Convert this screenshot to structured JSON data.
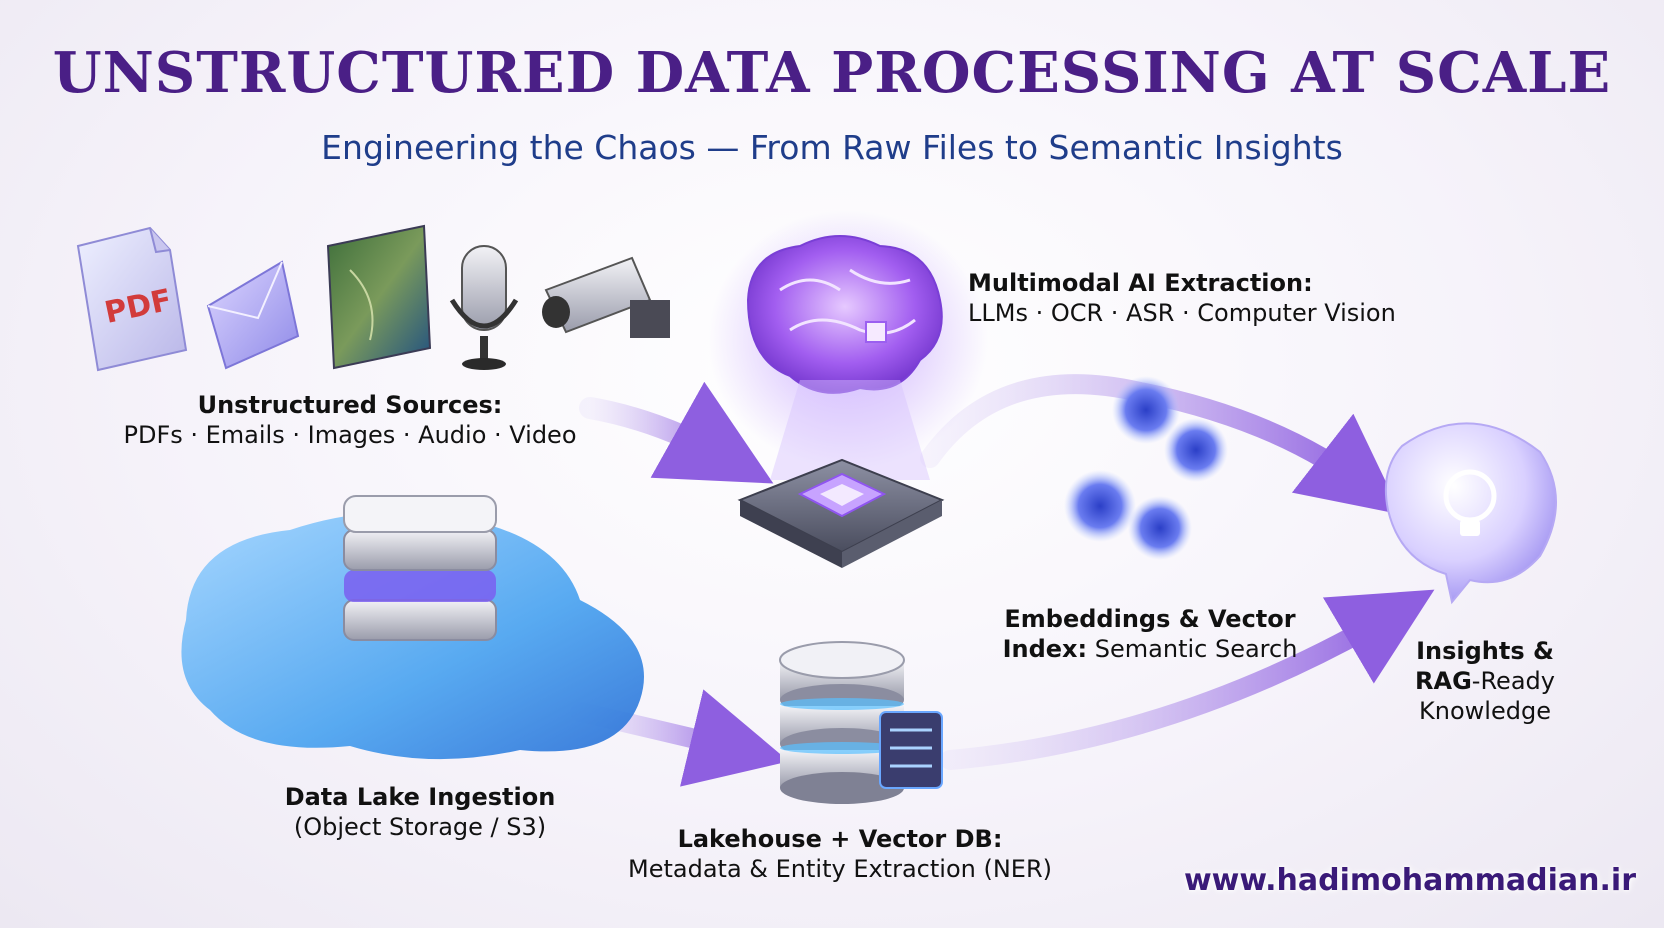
{
  "header": {
    "title": "UNSTRUCTURED DATA PROCESSING AT SCALE",
    "subtitle": "Engineering the Chaos — From Raw Files to Semantic Insights"
  },
  "nodes": {
    "sources": {
      "title": "Unstructured Sources:",
      "detail": "PDFs · Emails · Images · Audio · Video",
      "pdf_text": "PDF"
    },
    "extraction": {
      "title": "Multimodal AI Extraction:",
      "detail": "LLMs · OCR · ASR · Computer Vision"
    },
    "embeddings": {
      "line1": "Embeddings & Vector",
      "line2_bold": "Index:",
      "line2_rest": " Semantic Search"
    },
    "insights": {
      "line1": "Insights &",
      "line2_bold": "RAG",
      "line2_rest": "-Ready",
      "line3": "Knowledge"
    },
    "lake": {
      "title": "Data Lake Ingestion",
      "detail": "(Object Storage / S3)"
    },
    "lakehouse": {
      "title": "Lakehouse + Vector DB:",
      "detail": "Metadata & Entity Extraction (NER)"
    }
  },
  "footer": {
    "url": "www.hadimohammadian.ir"
  },
  "colors": {
    "title": "#4a1f86",
    "subtitle": "#1f3d8a",
    "arrow": "#a07be0",
    "lake": "#4aa3f0",
    "chip": "#6b6f80"
  }
}
